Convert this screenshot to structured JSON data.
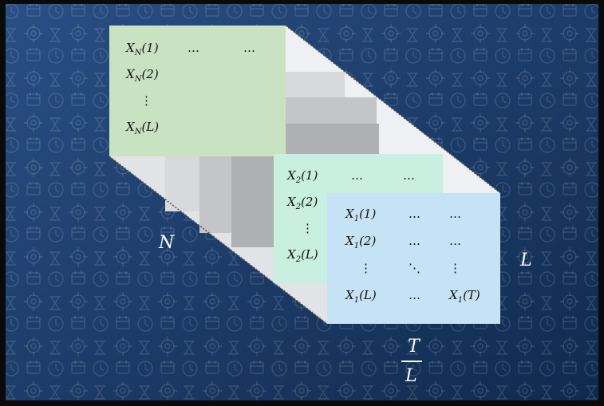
{
  "layers": {
    "back": {
      "rows": [
        [
          "X_N(1)",
          "…",
          "…"
        ],
        [
          "X_N(2)"
        ],
        [
          "⋮"
        ],
        [
          "X_N(L)"
        ]
      ],
      "color": "#c9e3c2"
    },
    "middle": {
      "rows": [
        [
          "X_2(1)",
          "…",
          "…"
        ],
        [
          "X_2(2)"
        ],
        [
          "⋮"
        ],
        [
          "X_2(L)"
        ]
      ],
      "color": "#c9efe0"
    },
    "front": {
      "rows": [
        [
          "X_1(1)",
          "…",
          "…"
        ],
        [
          "X_1(2)",
          "…",
          "…"
        ],
        [
          "⋮",
          "⋱",
          "⋮"
        ],
        [
          "X_1(L)",
          "…",
          "X_1(T)"
        ]
      ],
      "color": "#c5e3f5"
    }
  },
  "axis_labels": {
    "n": "N",
    "l": "L",
    "t_num": "T",
    "t_den": "L"
  },
  "colors": {
    "bg_dark": "#0f2a4e",
    "bg_light": "#2a4f85",
    "depth": "#e4e6ea"
  }
}
